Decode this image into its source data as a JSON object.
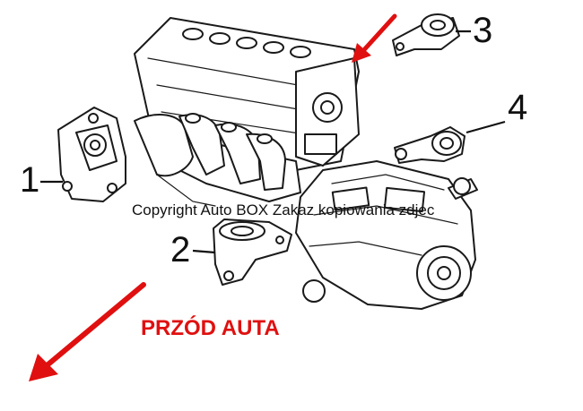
{
  "callouts": {
    "one": "1",
    "two": "2",
    "three": "3",
    "four": "4"
  },
  "watermark": "Copyright Auto BOX Zakaz kopiowania zdjec",
  "front_label": "PRZÓD AUTA",
  "colors": {
    "arrow": "#e01010",
    "linework": "#1a1a1a",
    "background": "#ffffff"
  }
}
